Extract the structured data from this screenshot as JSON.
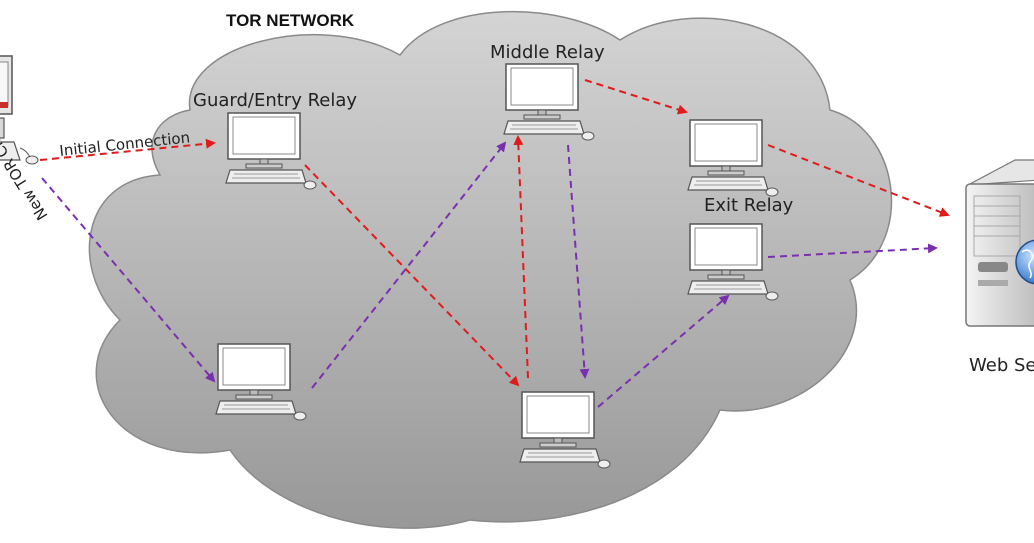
{
  "title": "TOR NETWORK",
  "labels": {
    "guard": "Guard/Entry Relay",
    "middle": "Middle Relay",
    "exit": "Exit Relay",
    "initial_connection": "Initial Connection",
    "new_circuit": "New TOR Circuit",
    "web_server": "Web Se"
  },
  "colors": {
    "initial_path": "#e01b1b",
    "new_path": "#7a2fb0",
    "cloud_top": "#d2d2d2",
    "cloud_bottom": "#9a9a9a"
  },
  "icons": {
    "relay": "desktop-computer-icon",
    "client": "client-computer-icon",
    "server": "web-server-icon"
  }
}
